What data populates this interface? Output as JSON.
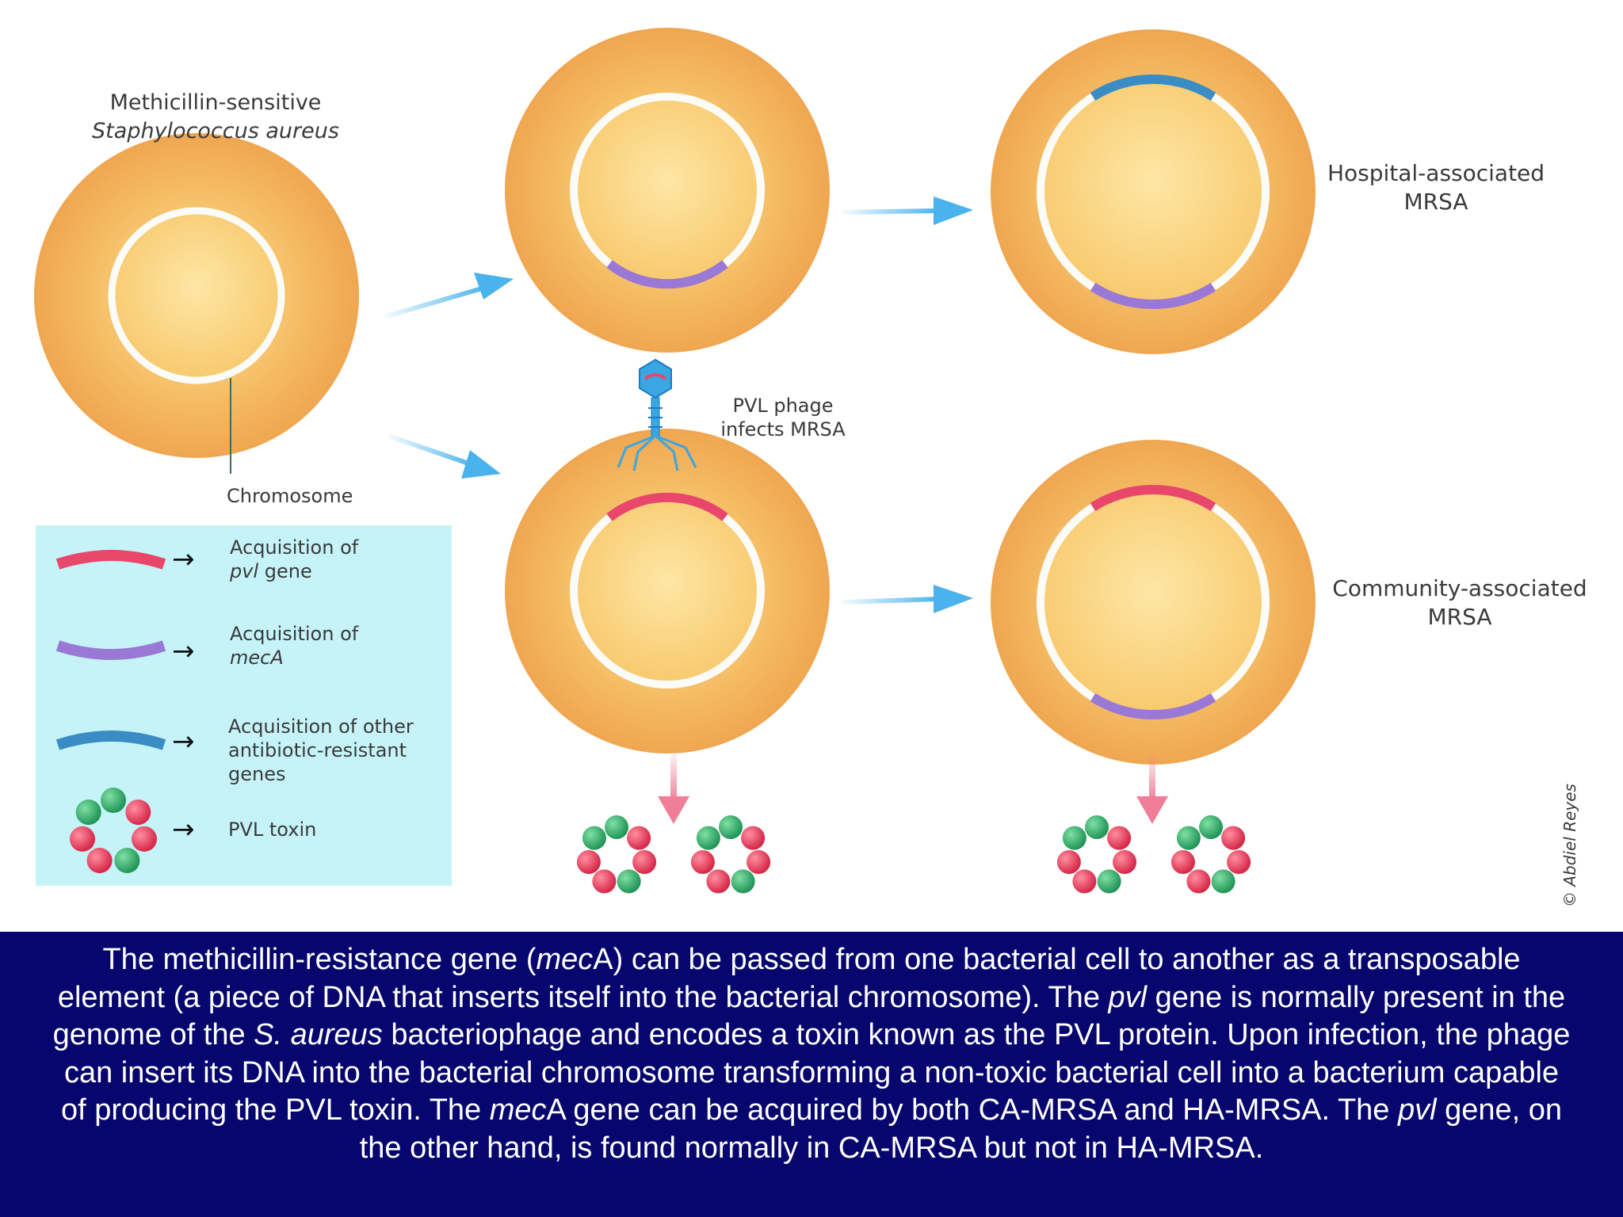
{
  "diagram": {
    "mssa_label": {
      "line1": "Methicillin-sensitive",
      "line2": "Staphylococcus aureus"
    },
    "chromosome_label": "Chromosome",
    "phage_label": {
      "line1": "PVL phage",
      "line2": "infects MRSA"
    },
    "ha_label": {
      "line1": "Hospital-associated",
      "line2": "MRSA"
    },
    "ca_label": {
      "line1": "Community-associated",
      "line2": "MRSA"
    },
    "credit": "© Abdiel Reyes",
    "legend": {
      "pvl": {
        "line1": "Acquisition of",
        "line2": "pvl",
        "line2_rest": " gene"
      },
      "meca": {
        "line1": "Acquisition of",
        "line2": "mecA"
      },
      "other": {
        "line1": "Acquisition of other",
        "line2": "antibiotic-resistant",
        "line3": "genes"
      },
      "toxin": "PVL toxin"
    },
    "colors": {
      "cell": "#f2ad57",
      "cell_center": "#fbd888",
      "chromosome_ring": "#fafafa",
      "pvl_gene": "#e8476b",
      "meca_gene": "#9a78d6",
      "other_gene": "#3a8dc4",
      "arrow": "#4ab2ec",
      "toxin_arrow": "#f07e98",
      "legend_bg": "#c5f3f8",
      "toxin_red": "#e53a58",
      "toxin_green": "#38ad6a"
    }
  },
  "caption": {
    "p1": "The methicillin-resistance gene (",
    "i1": "mec",
    "p2": "A) can be passed from one bacterial cell to another as a transposable element (a piece of DNA that inserts itself into the bacterial chromosome). The ",
    "i2": "pvl",
    "p3": "  gene is normally present in the genome of the ",
    "i3": "S. aureus",
    "p4": " bacteriophage and encodes a toxin known as the PVL protein. Upon infection, the phage can insert its DNA into the bacterial chromosome transforming a non-toxic bacterial cell into a bacterium capable of producing the PVL toxin. The ",
    "i4": "mec",
    "p5": "A gene can be acquired by both CA-MRSA and HA-MRSA. The ",
    "i5": "pvl",
    "p6": " gene, on the other hand, is found normally in CA-MRSA but not in HA-MRSA."
  }
}
